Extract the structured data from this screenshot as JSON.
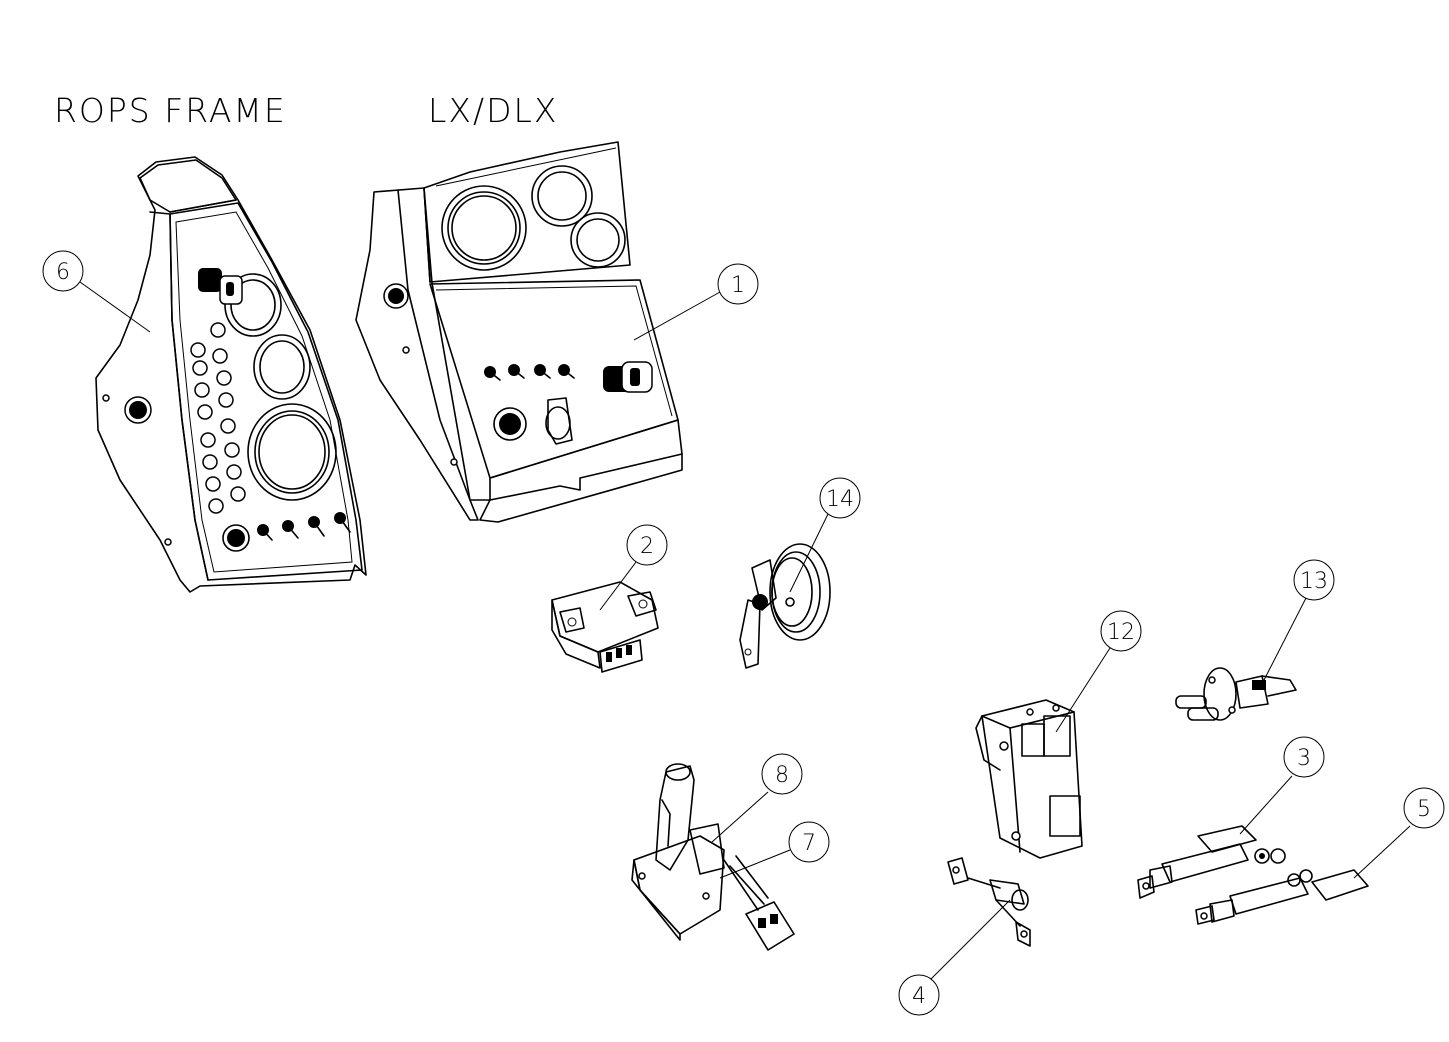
{
  "titles": {
    "rops": "ROPS FRAME",
    "lx": "LX/DLX"
  },
  "callouts": [
    {
      "id": "c1",
      "label": "1"
    },
    {
      "id": "c2",
      "label": "2"
    },
    {
      "id": "c3",
      "label": "3"
    },
    {
      "id": "c4",
      "label": "4"
    },
    {
      "id": "c5",
      "label": "5"
    },
    {
      "id": "c6",
      "label": "6"
    },
    {
      "id": "c7",
      "label": "7"
    },
    {
      "id": "c8",
      "label": "8"
    },
    {
      "id": "c12",
      "label": "12"
    },
    {
      "id": "c13",
      "label": "13"
    },
    {
      "id": "c14",
      "label": "14"
    }
  ]
}
